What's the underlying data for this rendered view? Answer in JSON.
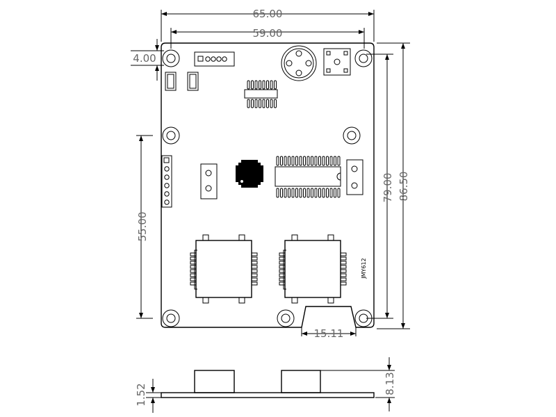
{
  "dimensions": {
    "overall_width": "65.00",
    "hole_spacing_x": "59.00",
    "hole_offset": "4.00",
    "left_hole_spacing": "55.00",
    "hole_spacing_y": "79.00",
    "overall_height": "86.50",
    "cutout_width": "15.11",
    "component_height": "8.13",
    "board_thickness": "1.52"
  },
  "silkscreen": {
    "board_label": "JMY612"
  }
}
